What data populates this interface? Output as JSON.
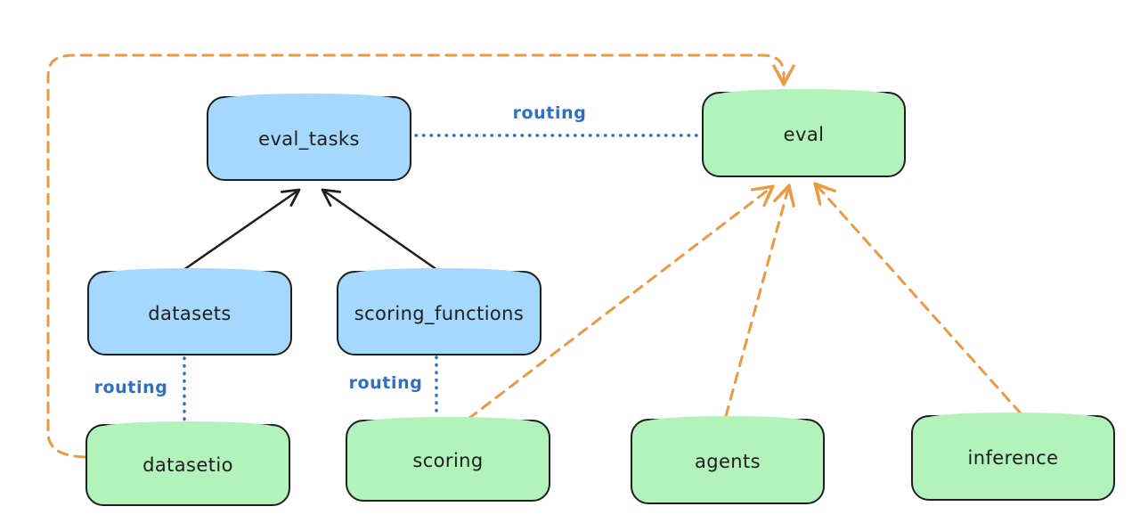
{
  "diagram": {
    "background": "#ffffff",
    "colors": {
      "resource_fill_blue": "#a5d8ff",
      "api_fill_green": "#b2f2bb",
      "node_stroke": "#1e1e1e",
      "routing_blue": "#2e6fc7",
      "provider_orange": "#ea9a43"
    },
    "nodes": [
      {
        "id": "eval_tasks",
        "label": "eval_tasks",
        "kind": "resource",
        "fill": "#a5d8ff"
      },
      {
        "id": "datasets",
        "label": "datasets",
        "kind": "resource",
        "fill": "#a5d8ff"
      },
      {
        "id": "scoring_functions",
        "label": "scoring_functions",
        "kind": "resource",
        "fill": "#a5d8ff"
      },
      {
        "id": "eval",
        "label": "eval",
        "kind": "api",
        "fill": "#b2f2bb"
      },
      {
        "id": "datasetio",
        "label": "datasetio",
        "kind": "api",
        "fill": "#b2f2bb"
      },
      {
        "id": "scoring",
        "label": "scoring",
        "kind": "api",
        "fill": "#b2f2bb"
      },
      {
        "id": "agents",
        "label": "agents",
        "kind": "api",
        "fill": "#b2f2bb"
      },
      {
        "id": "inference",
        "label": "inference",
        "kind": "api",
        "fill": "#b2f2bb"
      }
    ],
    "edges": [
      {
        "from": "datasets",
        "to": "eval_tasks",
        "style": "solid-arrow",
        "color": "#1e1e1e",
        "label": ""
      },
      {
        "from": "scoring_functions",
        "to": "eval_tasks",
        "style": "solid-arrow",
        "color": "#1e1e1e",
        "label": ""
      },
      {
        "from": "eval_tasks",
        "to": "eval",
        "style": "dotted",
        "color": "#2e6fc7",
        "label": "routing"
      },
      {
        "from": "datasets",
        "to": "datasetio",
        "style": "dotted",
        "color": "#2e6fc7",
        "label": "routing"
      },
      {
        "from": "scoring_functions",
        "to": "scoring",
        "style": "dotted",
        "color": "#2e6fc7",
        "label": "routing"
      },
      {
        "from": "datasetio",
        "to": "eval",
        "style": "dashed-arrow",
        "color": "#ea9a43",
        "label": ""
      },
      {
        "from": "scoring",
        "to": "eval",
        "style": "dashed-arrow",
        "color": "#ea9a43",
        "label": ""
      },
      {
        "from": "agents",
        "to": "eval",
        "style": "dashed-arrow",
        "color": "#ea9a43",
        "label": ""
      },
      {
        "from": "inference",
        "to": "eval",
        "style": "dashed-arrow",
        "color": "#ea9a43",
        "label": ""
      }
    ]
  }
}
